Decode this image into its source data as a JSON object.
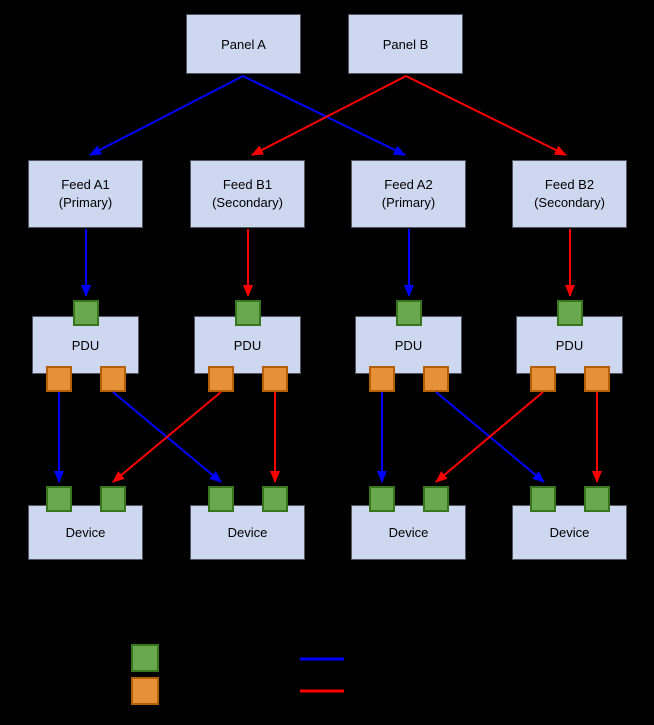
{
  "nodes": {
    "panels": [
      {
        "label": "Panel A"
      },
      {
        "label": "Panel B"
      }
    ],
    "feeds": [
      {
        "name": "Feed A1",
        "role": "(Primary)"
      },
      {
        "name": "Feed B1",
        "role": "(Secondary)"
      },
      {
        "name": "Feed A2",
        "role": "(Primary)"
      },
      {
        "name": "Feed B2",
        "role": "(Secondary)"
      }
    ],
    "pdus": [
      {
        "label": "PDU"
      },
      {
        "label": "PDU"
      },
      {
        "label": "PDU"
      },
      {
        "label": "PDU"
      }
    ],
    "devices": [
      {
        "label": "Device"
      },
      {
        "label": "Device"
      },
      {
        "label": "Device"
      },
      {
        "label": "Device"
      }
    ]
  },
  "colors": {
    "background": "#000000",
    "box_fill": "#cdd7f0",
    "text": "#000000",
    "port_green": "#6aa84f",
    "port_green_border": "#38761d",
    "port_orange": "#e69138",
    "port_orange_border": "#b45f06",
    "arrow_blue": "#0000ff",
    "arrow_red": "#ff0000"
  },
  "legend": {
    "swatches": [
      {
        "id": "green-square",
        "color": "#6aa84f"
      },
      {
        "id": "orange-square",
        "color": "#e69138"
      }
    ],
    "lines": [
      {
        "id": "blue-line",
        "color": "#0000ff"
      },
      {
        "id": "red-line",
        "color": "#ff0000"
      }
    ]
  }
}
